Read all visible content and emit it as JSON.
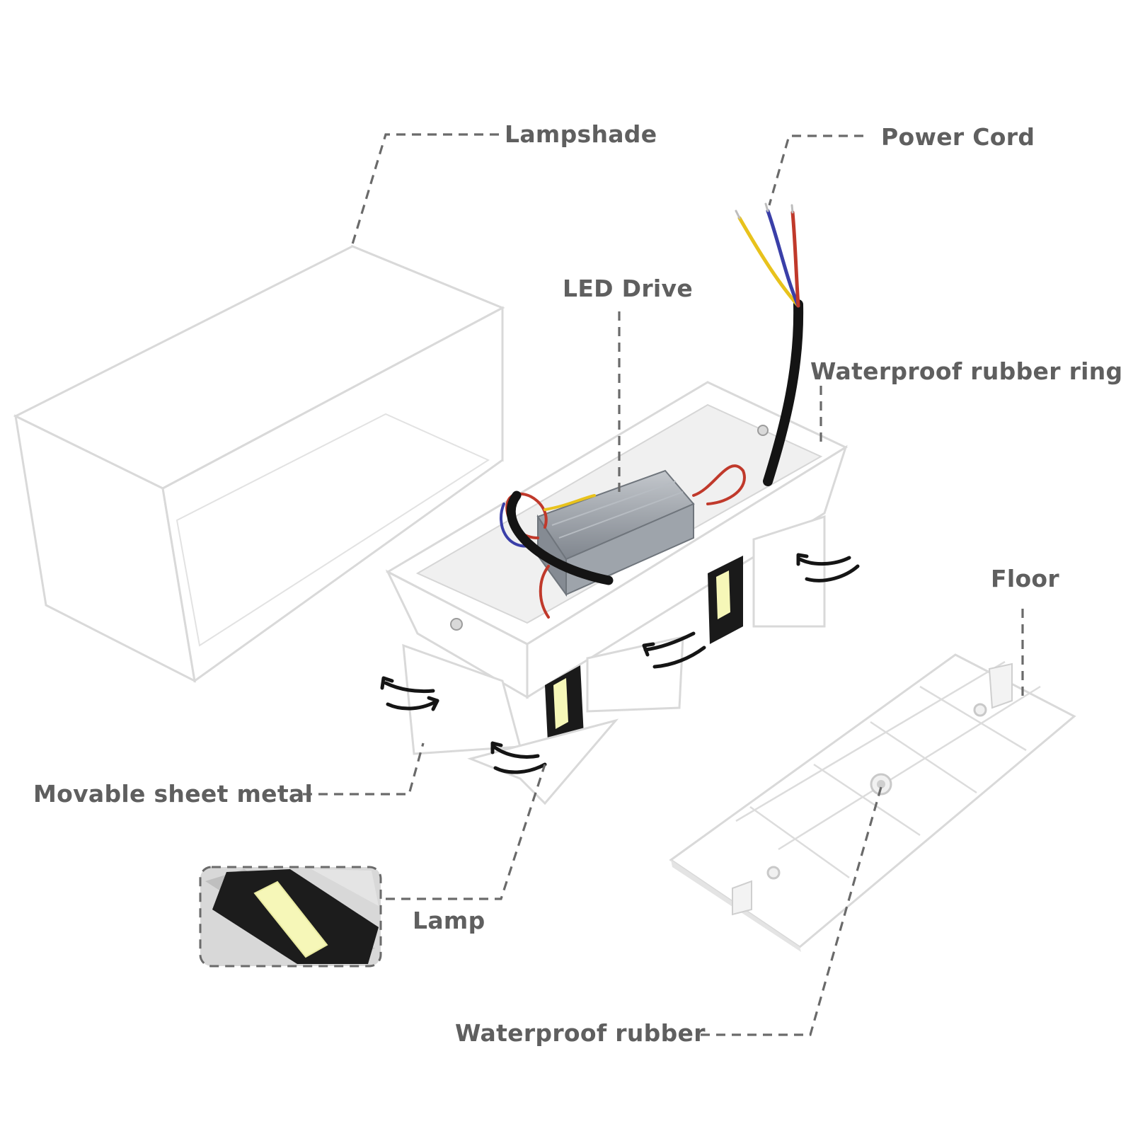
{
  "labels": {
    "lampshade": "Lampshade",
    "power_cord": "Power Cord",
    "led_drive": "LED Drive",
    "waterproof_rubber_ring": "Waterproof rubber ring",
    "floor": "Floor",
    "movable_sheet_metal": "Movable sheet metal",
    "lamp": "Lamp",
    "waterproof_rubber": "Waterproof rubber"
  },
  "colors": {
    "label_text": "#5f5f5f",
    "leader_line": "#6a6a6a",
    "wire_yellow": "#e8c21c",
    "wire_blue": "#3a3fa8",
    "wire_red": "#c0392b",
    "cable_black": "#141414",
    "driver_gray": "#9aa0a8",
    "led_glow": "#f6f7b8"
  },
  "icons": [
    "swivel-arrow-icon"
  ]
}
